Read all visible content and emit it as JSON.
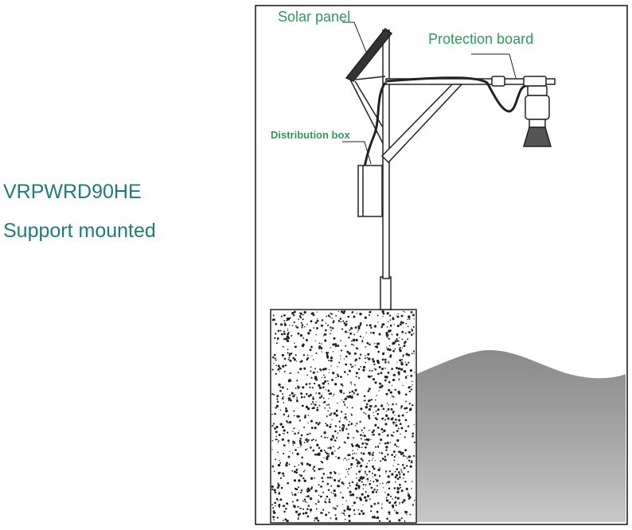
{
  "product": {
    "model": "VRPWRD90HE",
    "mounting": "Support mounted"
  },
  "labels": {
    "solar_panel": "Solar panel",
    "protection_board": "Protection board",
    "distribution_box": "Distribution box"
  },
  "colors": {
    "title_text": "#1f7a78",
    "label_text": "#2e9a5a",
    "line": "#222222",
    "water": "#9a9a9a"
  }
}
